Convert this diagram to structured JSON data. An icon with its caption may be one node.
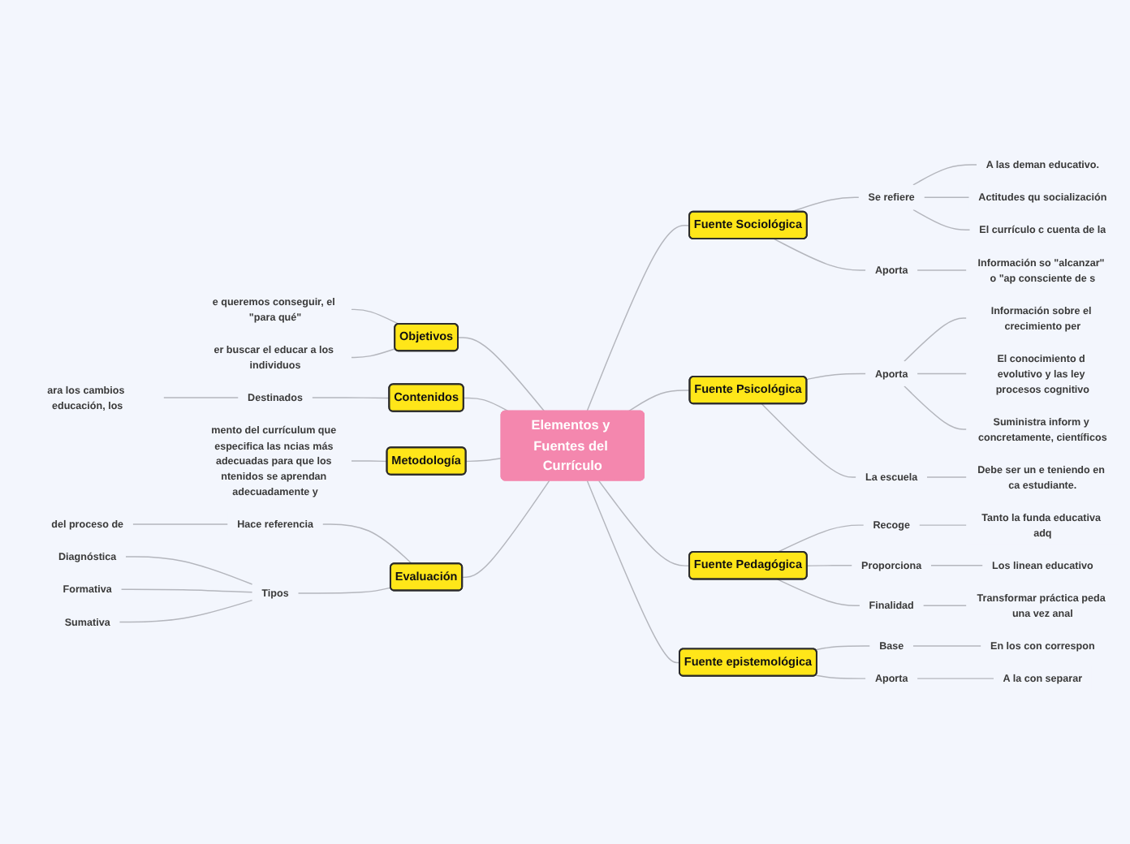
{
  "diagram": {
    "nodes": [
      {
        "text": [
          "Elementos y Fuentes del Currículo"
        ]
      },
      {
        "text": [
          "Objetivos"
        ]
      },
      {
        "text": [
          "e queremos conseguir, el \"para qué\""
        ]
      },
      {
        "text": [
          "er buscar el educar a los individuos"
        ]
      },
      {
        "text": [
          "Contenidos"
        ]
      },
      {
        "text": [
          "Destinados"
        ]
      },
      {
        "text": [
          "ara los cambios educación, los"
        ]
      },
      {
        "text": [
          "Metodología"
        ]
      },
      {
        "text": [
          "mento del currículum que especifica las ncias más adecuadas para que los ntenidos se aprendan adecuadamente y"
        ]
      },
      {
        "text": [
          "Evaluación"
        ]
      },
      {
        "text": [
          "Hace referencia"
        ]
      },
      {
        "text": [
          "del proceso de"
        ]
      },
      {
        "text": [
          "Tipos"
        ]
      },
      {
        "text": [
          "Diagnóstica"
        ]
      },
      {
        "text": [
          "Formativa"
        ]
      },
      {
        "text": [
          "Sumativa"
        ]
      },
      {
        "text": [
          "Fuente Sociológica"
        ]
      },
      {
        "text": [
          "Se refiere"
        ]
      },
      {
        "text": [
          "A las deman educativo."
        ]
      },
      {
        "text": [
          "Actitudes qu socialización"
        ]
      },
      {
        "text": [
          "El currículo c cuenta de la"
        ]
      },
      {
        "text": [
          "Aporta"
        ]
      },
      {
        "text": [
          "Información so \"alcanzar\" o \"ap consciente de s"
        ]
      },
      {
        "text": [
          "Fuente Psicológica"
        ]
      },
      {
        "text": [
          "Aporta"
        ]
      },
      {
        "text": [
          "Información sobre el crecimiento per"
        ]
      },
      {
        "text": [
          "El conocimiento d evolutivo y las ley procesos cognitivo"
        ]
      },
      {
        "text": [
          "Suministra inform y concretamente, científicos"
        ]
      },
      {
        "text": [
          "La escuela"
        ]
      },
      {
        "text": [
          "Debe ser un e teniendo en ca estudiante."
        ]
      },
      {
        "text": [
          "Fuente Pedagógica"
        ]
      },
      {
        "text": [
          "Recoge"
        ]
      },
      {
        "text": [
          "Tanto la funda educativa adq"
        ]
      },
      {
        "text": [
          "Proporciona"
        ]
      },
      {
        "text": [
          "Los linean educativo"
        ]
      },
      {
        "text": [
          "Finalidad"
        ]
      },
      {
        "text": [
          "Transformar práctica peda una vez anal"
        ]
      },
      {
        "text": [
          "Fuente epistemológica"
        ]
      },
      {
        "text": [
          "Base"
        ]
      },
      {
        "text": [
          "En los con correspon"
        ]
      },
      {
        "text": [
          "Aporta"
        ]
      },
      {
        "text": [
          "A la con separar"
        ]
      }
    ],
    "edges": [
      {
        "from": 0,
        "to": 1,
        "arrow": "none"
      },
      {
        "from": 1,
        "to": 2,
        "arrow": "none"
      },
      {
        "from": 1,
        "to": 3,
        "arrow": "none"
      },
      {
        "from": 0,
        "to": 4,
        "arrow": "none"
      },
      {
        "from": 4,
        "to": 5,
        "arrow": "none"
      },
      {
        "from": 5,
        "to": 6,
        "arrow": "none"
      },
      {
        "from": 0,
        "to": 7,
        "arrow": "none"
      },
      {
        "from": 7,
        "to": 8,
        "arrow": "none"
      },
      {
        "from": 0,
        "to": 9,
        "arrow": "none"
      },
      {
        "from": 9,
        "to": 10,
        "arrow": "none"
      },
      {
        "from": 10,
        "to": 11,
        "arrow": "none"
      },
      {
        "from": 9,
        "to": 12,
        "arrow": "none"
      },
      {
        "from": 12,
        "to": 13,
        "arrow": "none"
      },
      {
        "from": 12,
        "to": 14,
        "arrow": "none"
      },
      {
        "from": 12,
        "to": 15,
        "arrow": "none"
      },
      {
        "from": 0,
        "to": 16,
        "arrow": "none"
      },
      {
        "from": 16,
        "to": 17,
        "arrow": "none"
      },
      {
        "from": 17,
        "to": 18,
        "arrow": "none"
      },
      {
        "from": 17,
        "to": 19,
        "arrow": "none"
      },
      {
        "from": 17,
        "to": 20,
        "arrow": "none"
      },
      {
        "from": 16,
        "to": 21,
        "arrow": "none"
      },
      {
        "from": 21,
        "to": 22,
        "arrow": "none"
      },
      {
        "from": 0,
        "to": 23,
        "arrow": "none"
      },
      {
        "from": 23,
        "to": 24,
        "arrow": "none"
      },
      {
        "from": 24,
        "to": 25,
        "arrow": "none"
      },
      {
        "from": 24,
        "to": 26,
        "arrow": "none"
      },
      {
        "from": 24,
        "to": 27,
        "arrow": "none"
      },
      {
        "from": 23,
        "to": 28,
        "arrow": "none"
      },
      {
        "from": 28,
        "to": 29,
        "arrow": "none"
      },
      {
        "from": 0,
        "to": 30,
        "arrow": "none"
      },
      {
        "from": 30,
        "to": 31,
        "arrow": "none"
      },
      {
        "from": 31,
        "to": 32,
        "arrow": "none"
      },
      {
        "from": 30,
        "to": 33,
        "arrow": "none"
      },
      {
        "from": 33,
        "to": 34,
        "arrow": "none"
      },
      {
        "from": 30,
        "to": 35,
        "arrow": "none"
      },
      {
        "from": 35,
        "to": 36,
        "arrow": "none"
      },
      {
        "from": 0,
        "to": 37,
        "arrow": "none"
      },
      {
        "from": 37,
        "to": 38,
        "arrow": "none"
      },
      {
        "from": 38,
        "to": 39,
        "arrow": "none"
      },
      {
        "from": 37,
        "to": 40,
        "arrow": "none"
      },
      {
        "from": 40,
        "to": 41,
        "arrow": "none"
      }
    ]
  }
}
